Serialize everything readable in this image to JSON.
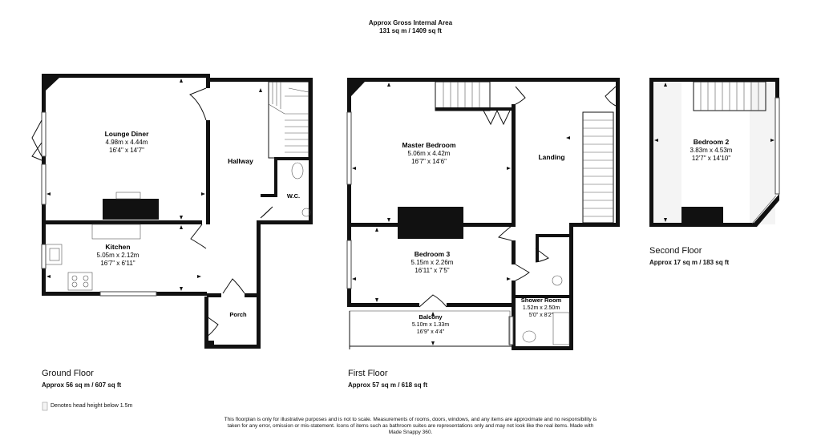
{
  "header": {
    "title": "Approx Gross Internal Area",
    "area": "131 sq m / 1409 sq ft"
  },
  "floors": {
    "ground": {
      "title": "Ground Floor",
      "area": "Approx 56 sq m / 607 sq ft",
      "rooms": {
        "lounge": {
          "name": "Lounge Diner",
          "metric": "4.98m x 4.44m",
          "imperial": "16'4\" x 14'7\""
        },
        "kitchen": {
          "name": "Kitchen",
          "metric": "5.05m x 2.12m",
          "imperial": "16'7\" x 6'11\""
        },
        "hallway": {
          "name": "Hallway"
        },
        "wc": {
          "name": "W.C."
        },
        "porch": {
          "name": "Porch"
        }
      }
    },
    "first": {
      "title": "First Floor",
      "area": "Approx 57 sq m / 618 sq ft",
      "rooms": {
        "master": {
          "name": "Master Bedroom",
          "metric": "5.06m x 4.42m",
          "imperial": "16'7\" x 14'6\""
        },
        "landing": {
          "name": "Landing"
        },
        "bedroom3": {
          "name": "Bedroom 3",
          "metric": "5.15m x 2.26m",
          "imperial": "16'11\" x 7'5\""
        },
        "balcony": {
          "name": "Balcony",
          "metric": "5.10m x 1.33m",
          "imperial": "16'9\" x 4'4\""
        },
        "shower": {
          "name": "Shower Room",
          "metric": "1.52m x 2.50m",
          "imperial": "5'0\" x 8'2\""
        }
      }
    },
    "second": {
      "title": "Second Floor",
      "area": "Approx 17 sq m / 183 sq ft",
      "rooms": {
        "bedroom2": {
          "name": "Bedroom 2",
          "metric": "3.83m x 4.53m",
          "imperial": "12'7\" x 14'10\""
        }
      }
    }
  },
  "legend": {
    "label": "Denotes head height below 1.5m"
  },
  "disclaimer": "This floorplan is only for illustrative purposes and is not to scale. Measurements of rooms, doors, windows, and any items are approximate and no responsibility is taken for any error, omission or mis-statement. Icons of items such as bathroom suites are representations only and may not look like the real items. Made with Made Snappy 360."
}
